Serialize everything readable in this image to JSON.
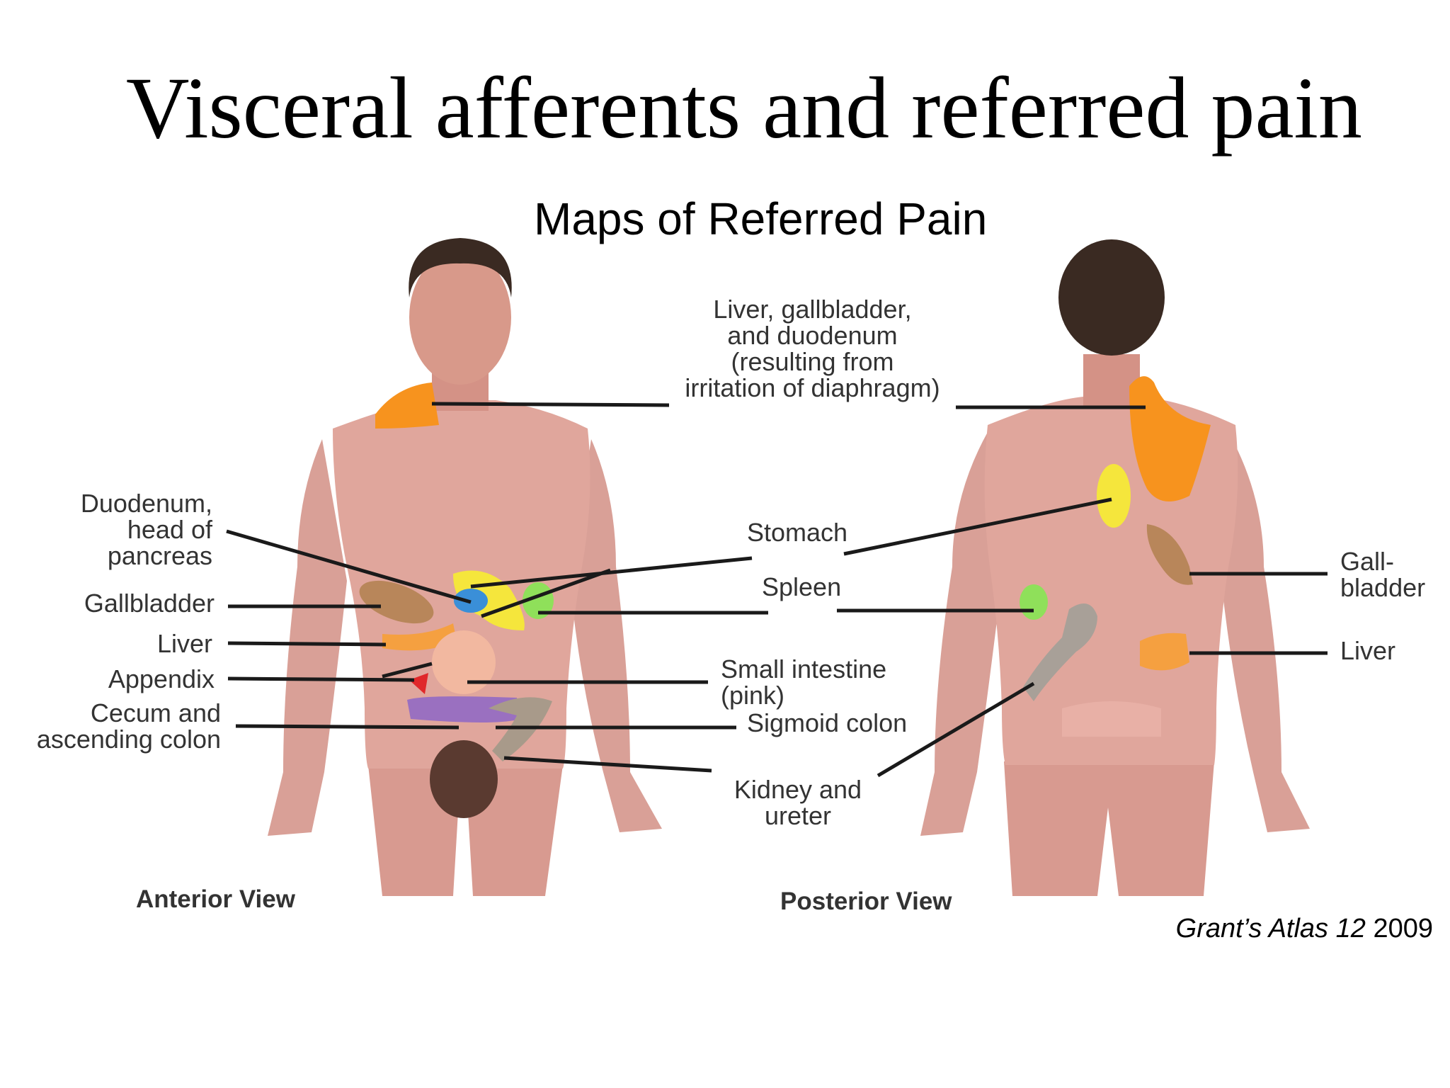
{
  "slide_title": "Visceral afferents and referred pain",
  "figure_title": "Maps of Referred Pain",
  "labels": {
    "liver_gallbladder_duodenum": "Liver, gallbladder,\nand duodenum\n(resulting from\nirritation of diaphragm)",
    "duodenum_head_pancreas": "Duodenum,\nhead of\npancreas",
    "gallbladder": "Gallbladder",
    "liver": "Liver",
    "appendix": "Appendix",
    "cecum_ascending_colon": "Cecum and\nascending colon",
    "stomach": "Stomach",
    "spleen": "Spleen",
    "small_intestine": "Small intestine\n(pink)",
    "sigmoid_colon": "Sigmoid colon",
    "kidney_ureter": "Kidney and\nureter",
    "gall_bladder_posterior": "Gall-\nbladder",
    "liver_posterior": "Liver"
  },
  "views": {
    "anterior": "Anterior View",
    "posterior": "Posterior View"
  },
  "credit": {
    "italic": "Grant’s Atlas 12",
    "year": "2009"
  },
  "region_colors": {
    "diaphragm_liver_gallbladder_duodenum": "#f7931e",
    "stomach": "#f5e63c",
    "duodenum_pancreas": "#3a8fd8",
    "spleen": "#8fe05a",
    "gallbladder": "#b8865a",
    "liver": "#f5a040",
    "small_intestine": "#f2b8a0",
    "appendix": "#e0282a",
    "cecum_ascending_colon": "#9a70c0",
    "sigmoid_colon": "#a89a8a",
    "kidney_ureter": "#a8a098"
  }
}
